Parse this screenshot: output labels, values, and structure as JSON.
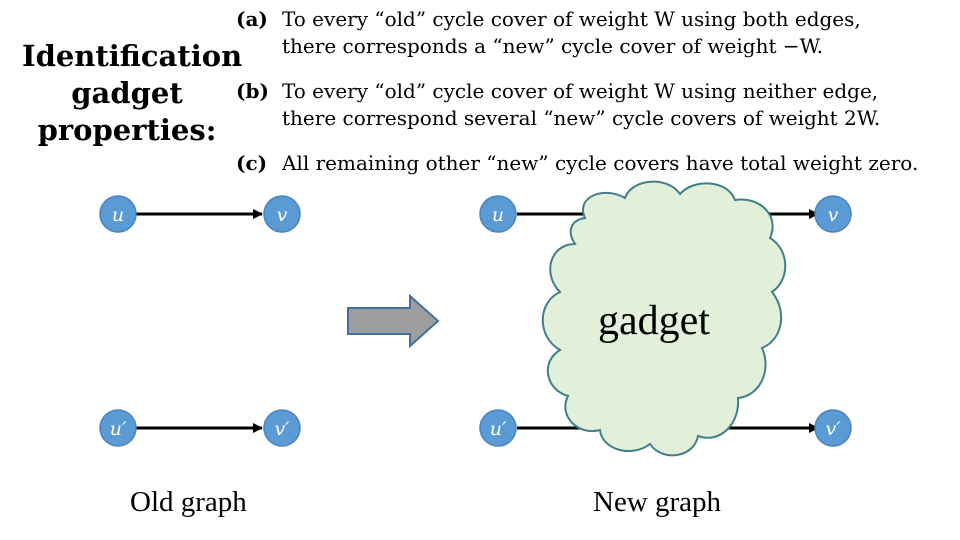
{
  "title": {
    "lines": [
      "Identification",
      "gadget",
      "properties:"
    ]
  },
  "properties": [
    {
      "tag": "(a)",
      "lines": [
        "To every “old” cycle cover of weight W using both edges,",
        "there corresponds a “new” cycle cover of weight −W."
      ]
    },
    {
      "tag": "(b)",
      "lines": [
        "To every “old” cycle cover of weight W using neither edge,",
        "there correspond several “new” cycle covers of weight 2W."
      ]
    },
    {
      "tag": "(c)",
      "lines": [
        "All remaining other “new” cycle covers have total weight zero."
      ]
    }
  ],
  "old_graph": {
    "caption": "Old graph",
    "nodes": [
      "u",
      "v",
      "u′",
      "v′"
    ]
  },
  "new_graph": {
    "caption": "New graph",
    "nodes": [
      "u",
      "v",
      "u′",
      "v′"
    ],
    "gadget_label": "gadget"
  },
  "colors": {
    "node_fill": "#5b9bd5",
    "node_stroke": "#4a84bd",
    "cloud_fill": "#e2efd9",
    "cloud_stroke": "#3f7f8a",
    "arrow_fill": "#9e9e9e",
    "arrow_stroke": "#41719c"
  }
}
